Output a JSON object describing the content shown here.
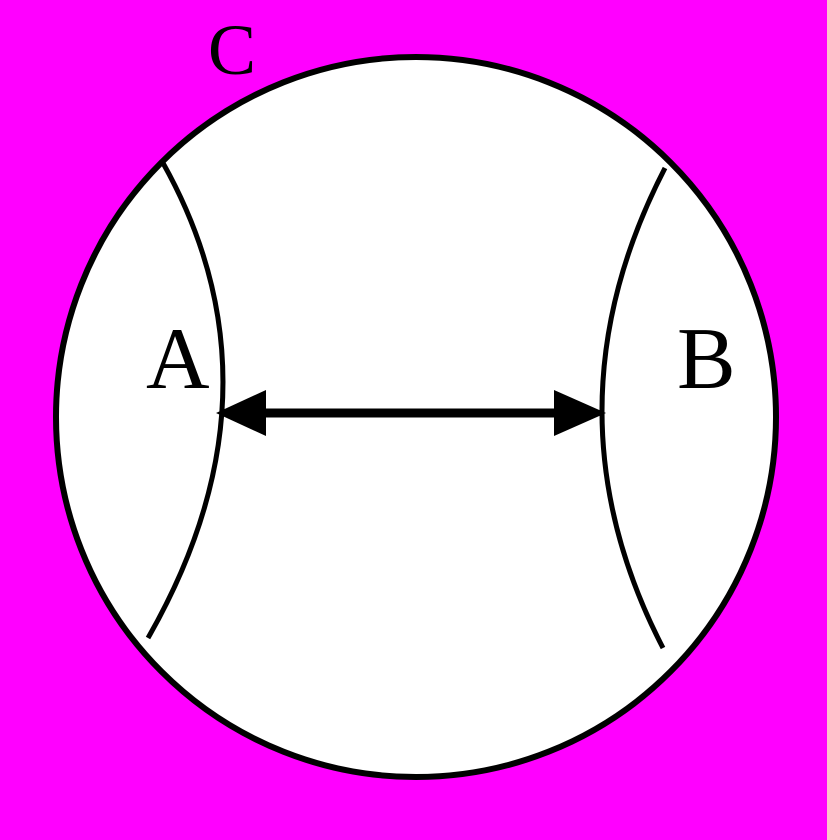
{
  "labels": {
    "a": "A",
    "b": "B",
    "c": "C"
  },
  "colors": {
    "background": "#ff00ff",
    "circle_fill": "#ffffff",
    "stroke": "#000000"
  }
}
